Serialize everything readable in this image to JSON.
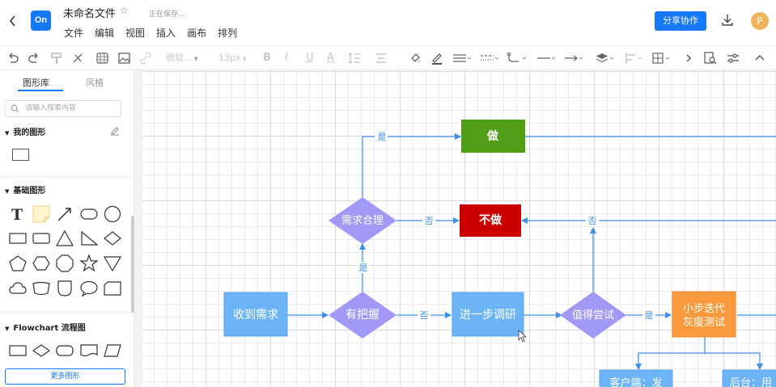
{
  "header": {
    "app_logo": "On",
    "doc_title": "未命名文件",
    "save_status": "正在保存...",
    "menu": [
      "文件",
      "编辑",
      "视图",
      "插入",
      "画布",
      "排列"
    ],
    "share_label": "分享协作",
    "avatar_initial": "P",
    "accent_color": "#1677ff"
  },
  "toolbar": {
    "font_family": "微软...",
    "font_size": "13px"
  },
  "sidebar": {
    "tabs": [
      "图形库",
      "风格"
    ],
    "search_placeholder": "请输入搜索内容",
    "sections": {
      "my_shapes": "我的图形",
      "basic_shapes": "基础图形",
      "flowchart": "Flowchart 流程图"
    },
    "more_shapes": "更多图形"
  },
  "diagram": {
    "nodes": {
      "receive": "收到需求",
      "confident": "有把握",
      "reasonable": "需求合理",
      "do": "做",
      "dont_do": "不做",
      "research": "进一步调研",
      "worth_trying": "值得尝试",
      "iterate_line1": "小步迭代",
      "iterate_line2": "灰度测试",
      "client_partial": "客户端：发",
      "backend_partial": "后台：用"
    },
    "edge_labels": {
      "yes": "是",
      "no": "否"
    },
    "colors": {
      "rect_blue": "#6cb4f5",
      "diamond_purple": "#a099f6",
      "do_green": "#4f9e16",
      "dont_red": "#cc0000",
      "iterate_orange": "#fb9a3c",
      "edge_blue": "#3b8fe6"
    }
  }
}
